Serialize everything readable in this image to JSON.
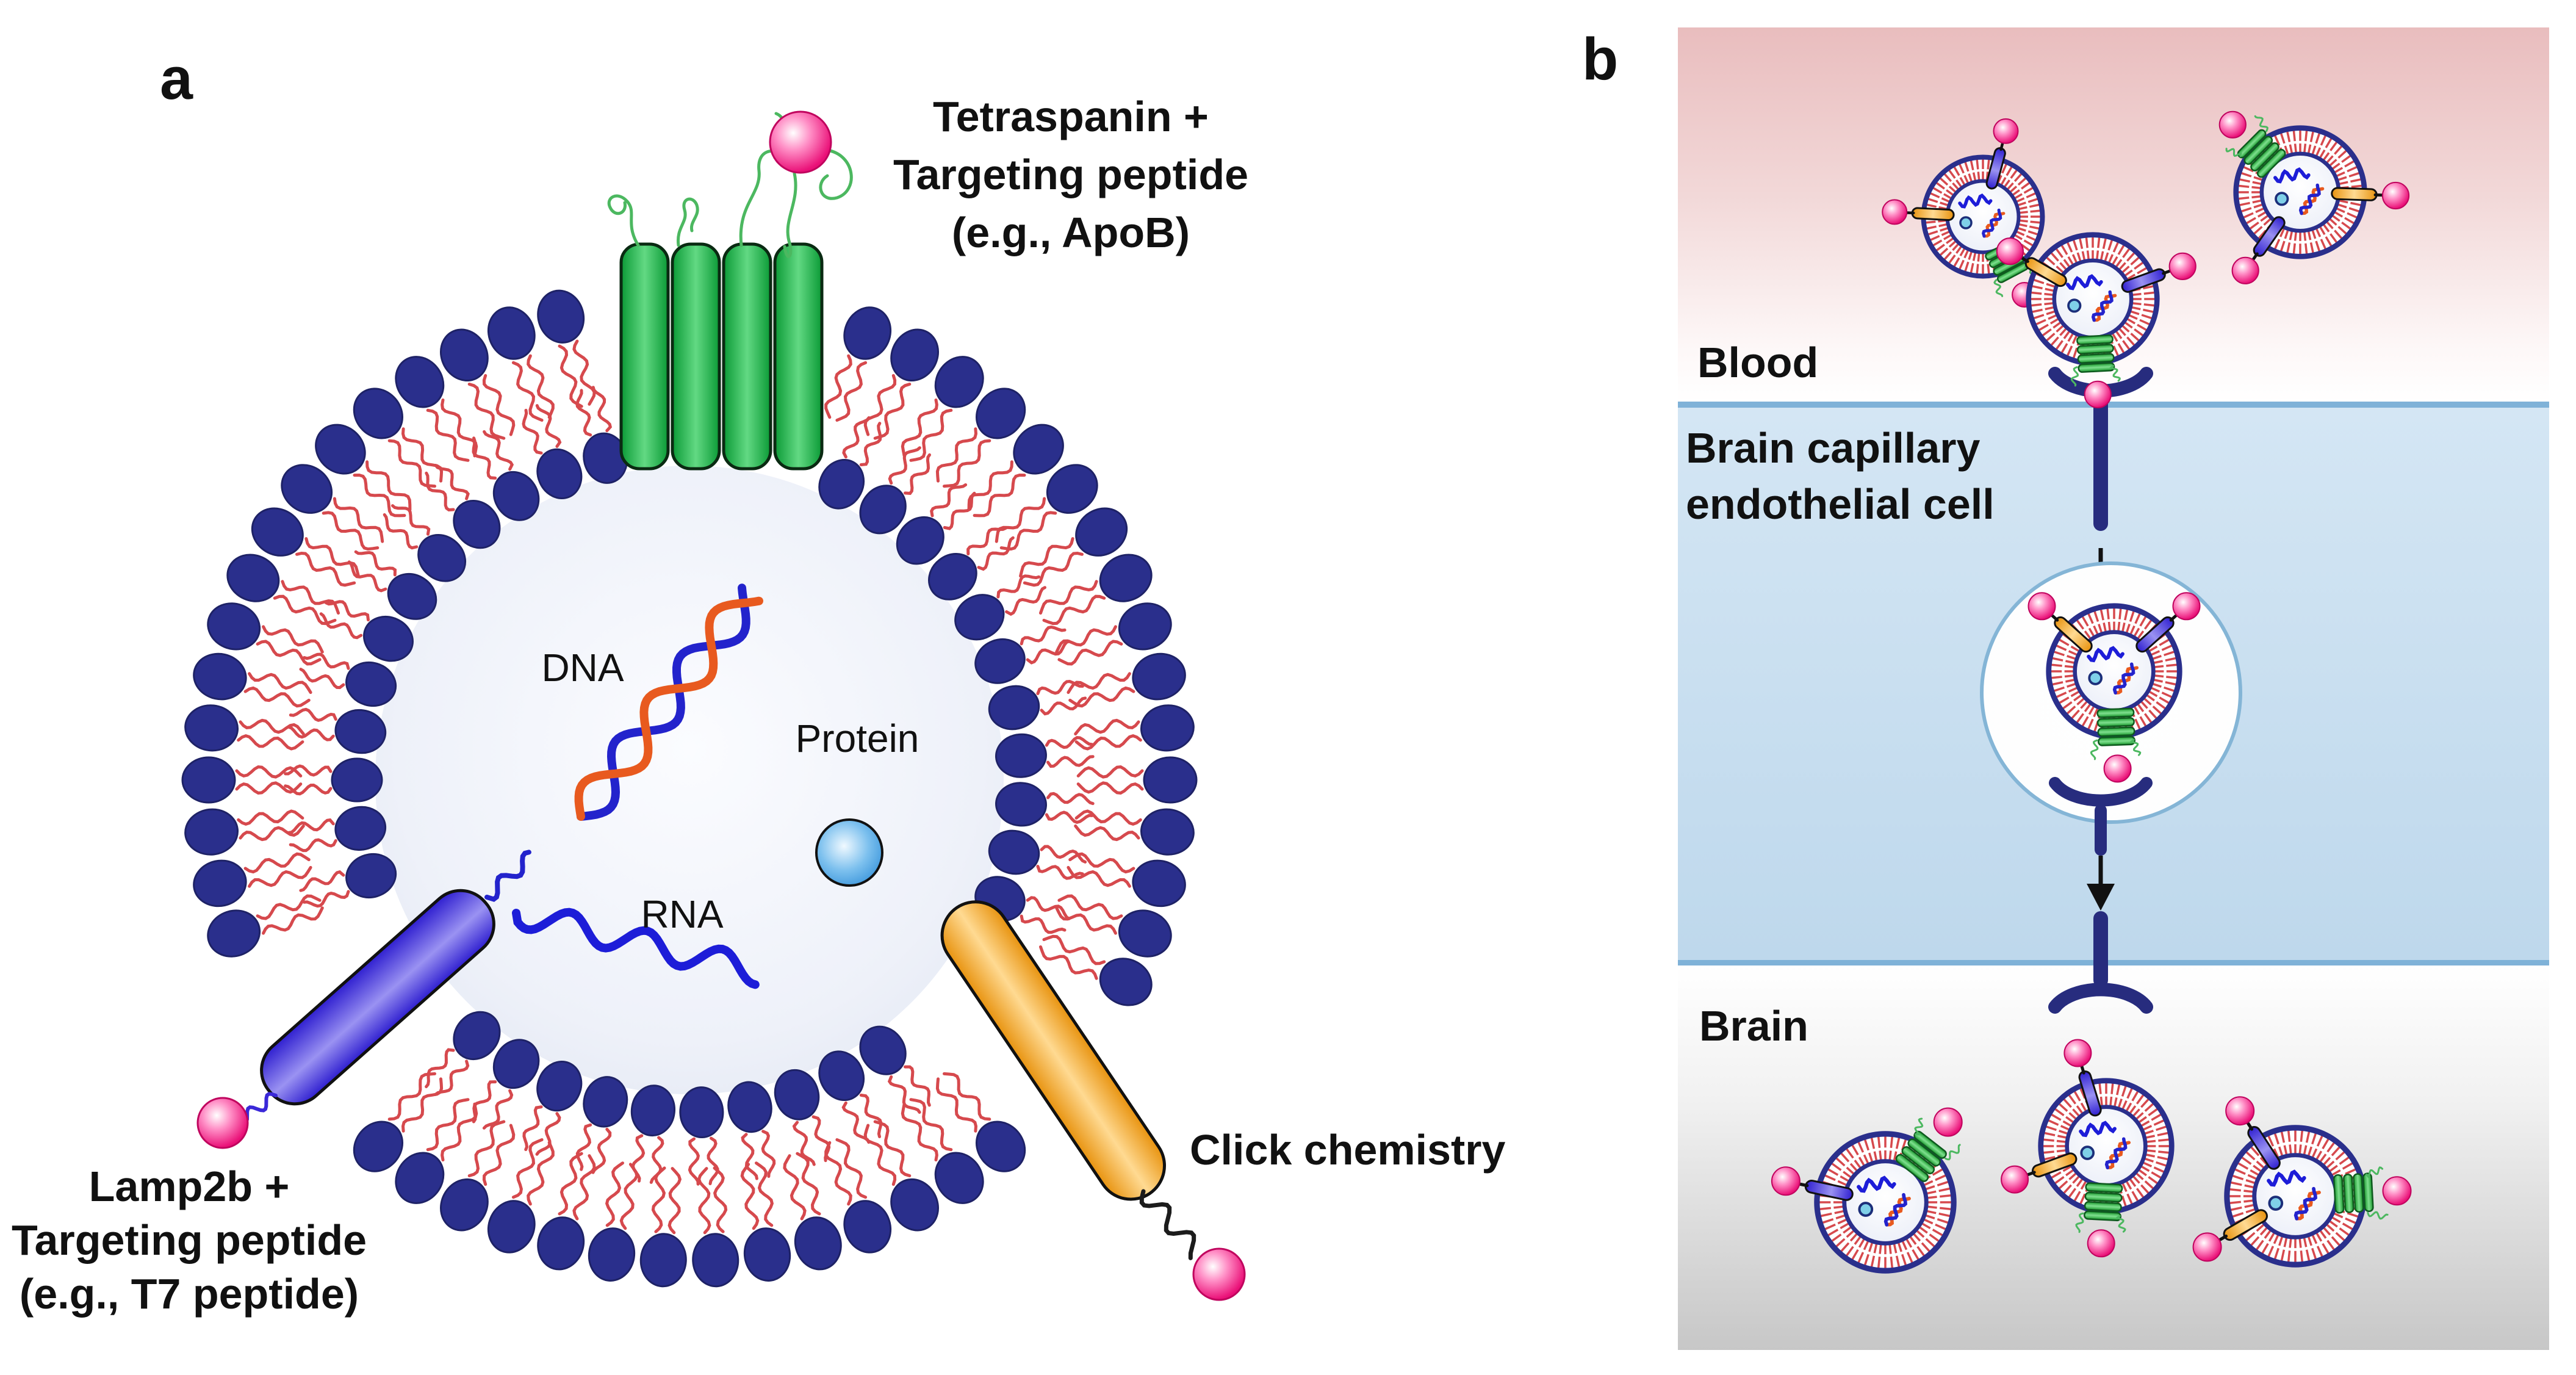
{
  "figure": {
    "description": "Engineered exosome surface-functionalization strategies and transport across the blood-brain barrier"
  },
  "panel_a": {
    "panel_label": "a",
    "tetraspanin_label": [
      "Tetraspanin +",
      "Targeting peptide",
      "(e.g., ApoB)"
    ],
    "lamp2b_label": [
      "Lamp2b +",
      "Targeting peptide",
      "(e.g., T7 peptide)"
    ],
    "click_label": "Click chemistry",
    "cargo": {
      "dna": "DNA",
      "protein": "Protein",
      "rna": "RNA"
    }
  },
  "panel_b": {
    "panel_label": "b",
    "regions": {
      "blood": "Blood",
      "endothelial": [
        "Brain capillary",
        "endothelial cell"
      ],
      "brain": "Brain"
    }
  },
  "colors": {
    "membrane_navy": "#2a2f8c",
    "membrane_navy_dark": "#1e2266",
    "lipid_red": "#d6494d",
    "tetraspanin_green": "#0ba23a",
    "tetraspanin_green_small": "#37c13f",
    "green_squiggle": "#4cb860",
    "lamp2b_blue": "#3a28d8",
    "click_orange": "#f2a31b",
    "peptide_pink": "#e5137f",
    "peptide_pink_edge": "#c0045e",
    "receptor_navy": "#272c7e",
    "protein_blue": "#2a8ad6",
    "cyan_dot": "#7fd0e8",
    "dna_blue": "#2323cc",
    "dna_orange": "#e85a1f",
    "rna_blue": "#1d1dd8",
    "arrow_black": "#111111",
    "endosome_edge": "#84b5d6",
    "boundary_blue": "#7fb2d8"
  }
}
